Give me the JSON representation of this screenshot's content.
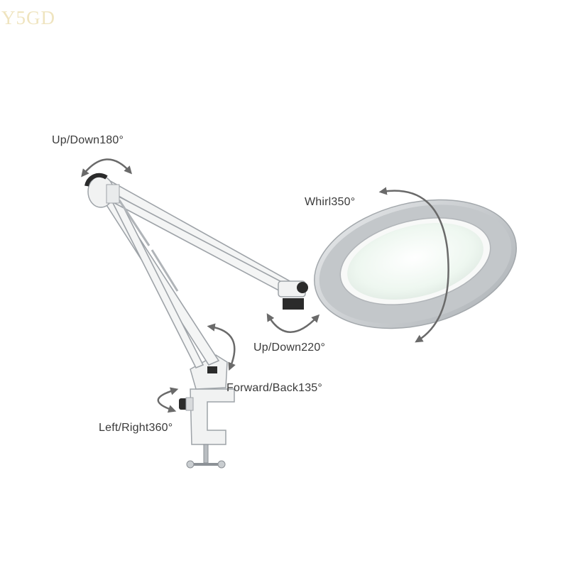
{
  "watermark": "Y5GD",
  "labels": {
    "arm_up_down": "Up/Down180°",
    "head_whirl": "Whirl350°",
    "head_up_down": "Up/Down220°",
    "base_forward_back": "Forward/Back135°",
    "base_left_right": "Left/Right360°"
  },
  "colors": {
    "background": "#ffffff",
    "lamp_body": "#f1f2f2",
    "lamp_outline": "#9ea3a8",
    "lamp_rim": "#b9bdc1",
    "lens": "#eef7f0",
    "joint_dark": "#2b2b2b",
    "arrow": "#6a6a6a",
    "label_text": "#3a3a3a"
  }
}
